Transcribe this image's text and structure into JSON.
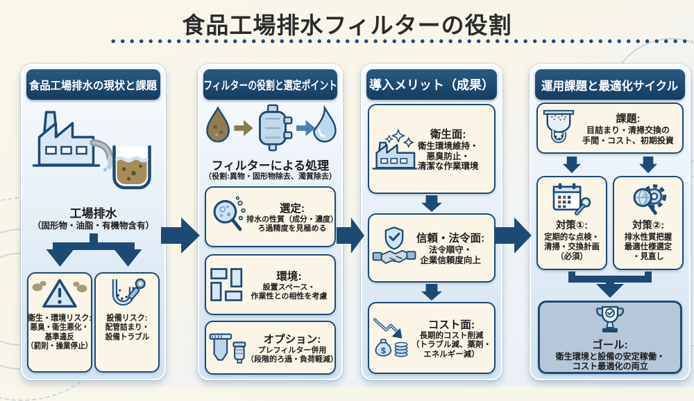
{
  "title": "食品工場排水フィルターの役割",
  "colors": {
    "accent_navy": "#1d4a73",
    "header_gradient_top": "#2a5a84",
    "header_gradient_bottom": "#163c60",
    "panel_blue": "#d2e3f1",
    "box_cream": "#faf5e6",
    "goal_box_bg": "#b5c7d8",
    "title_color": "#2b2b2b",
    "dot_color": "#1d4e7c",
    "dirty_water_brown": "#8f7c50",
    "clean_water_blue": "#bdd9ee"
  },
  "columns": [
    {
      "header": "食品工場排水の現状と課題",
      "illustration_icon": "factory-wastewater-illustration",
      "caption_title": "工場排水",
      "caption_sub": "（固形物・油脂・有機物含有）",
      "boxes": [
        {
          "icon": "warning-odor-icon",
          "title": "衛生・環境リスク:",
          "lines": [
            "悪臭・衛生悪化・",
            "基準違反",
            "（罰則・操業停止）"
          ]
        },
        {
          "icon": "drain-pipe-wrench-icon",
          "title": "設備リスク:",
          "lines": [
            "配管詰まり・",
            "設備トラブル"
          ]
        }
      ]
    },
    {
      "header": "フィルターの役割と選定ポイント",
      "process_icons": [
        "dirty-drop-icon",
        "right-arrow-icon",
        "filter-vessel-icon",
        "right-arrow-icon",
        "clean-drop-icon"
      ],
      "caption_title": "フィルターによる処理",
      "caption_sub": "（役割:異物・固形物除去、濁質除去）",
      "boxes": [
        {
          "icon": "magnifier-particles-icon",
          "title": "選定:",
          "lines": [
            "排水の性質（成分・濃度）",
            "ろ過精度を見極める"
          ]
        },
        {
          "icon": "floor-plan-icon",
          "title": "環境:",
          "lines": [
            "設置スペース・",
            "作業性との相性を考慮"
          ]
        },
        {
          "icon": "prefilter-cartridge-icon",
          "title": "オプション:",
          "lines": [
            "プレフィルター併用",
            "（段階的ろ過・負荷軽減）"
          ]
        }
      ]
    },
    {
      "header": "導入メリット（成果）",
      "boxes": [
        {
          "icon": "sparkle-factory-icon",
          "title": "衛生面:",
          "lines": [
            "衛生環境維持・",
            "悪臭防止・",
            "清潔な作業環境"
          ]
        },
        {
          "icon": "shield-handshake-icon",
          "title": "信頼・法令面:",
          "lines": [
            "法令順守・",
            "企業信頼度向上"
          ]
        },
        {
          "icon": "cost-reduction-icon",
          "title": "コスト面:",
          "lines": [
            "長期的コスト削減",
            "（トラブル減、薬剤・",
            "エネルギー減）"
          ]
        }
      ]
    },
    {
      "header": "運用課題と最適化サイクル",
      "boxes": [
        {
          "icon": "clogged-drain-icon",
          "title": "課題:",
          "lines": [
            "目詰まり・清掃交換の",
            "手間・コスト、初期投資"
          ]
        },
        {
          "icon": "calendar-wrench-icon",
          "title": "対策①:",
          "lines": [
            "定期的な点検・",
            "清掃・交換計画",
            "（必須）"
          ]
        },
        {
          "icon": "magnifier-gear-icon",
          "title": "対策②:",
          "lines": [
            "排水性質把握",
            "最適仕様選定",
            "・見直し"
          ]
        },
        {
          "icon": "trophy-check-icon",
          "title": "ゴール:",
          "lines": [
            "衛生環境と設備の安定稼働・",
            "コスト最適化の両立"
          ]
        }
      ]
    }
  ]
}
